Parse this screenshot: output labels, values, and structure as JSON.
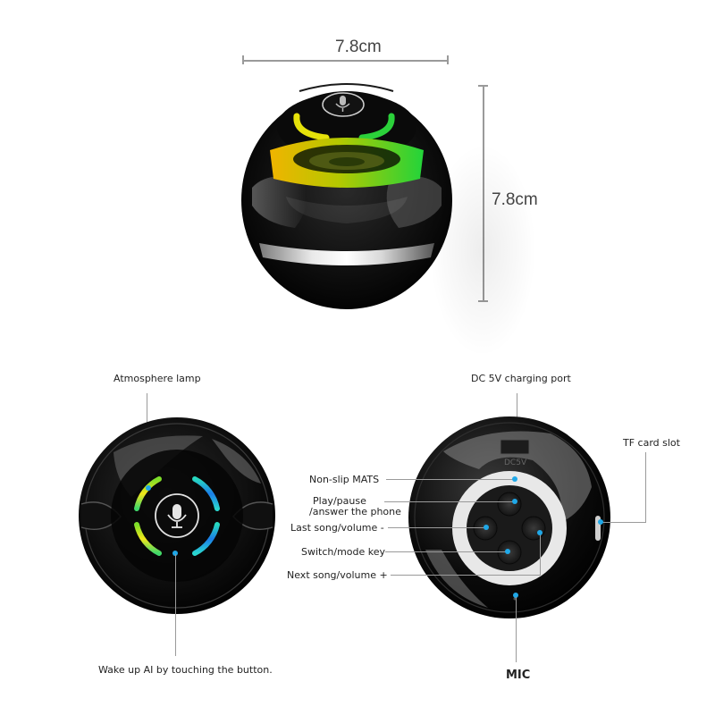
{
  "dimensions": {
    "width_label": "7.8cm",
    "height_label": "7.8cm"
  },
  "front_view": {
    "labels": {
      "atmosphere_lamp": "Atmosphere lamp",
      "wake_ai": "Wake up AI by touching the button."
    }
  },
  "bottom_view": {
    "labels": {
      "charging_port": "DC 5V charging port",
      "tf_card_slot": "TF card slot",
      "non_slip_mats": "Non-slip MATS",
      "play_pause_1": "Play/pause",
      "play_pause_2": "/answer the phone",
      "last_song": "Last song/volume -",
      "switch_mode": "Switch/mode key",
      "next_song": "Next song/volume +",
      "mic": "MIC"
    },
    "port_marking": "DC5V"
  },
  "colors": {
    "callout_dot": "#1fa8e8",
    "leader_line": "#9a9a9a",
    "body_black": "#0b0b0b",
    "ring_white": "#e8e8e8"
  },
  "icons": {
    "mic": "microphone-icon"
  }
}
